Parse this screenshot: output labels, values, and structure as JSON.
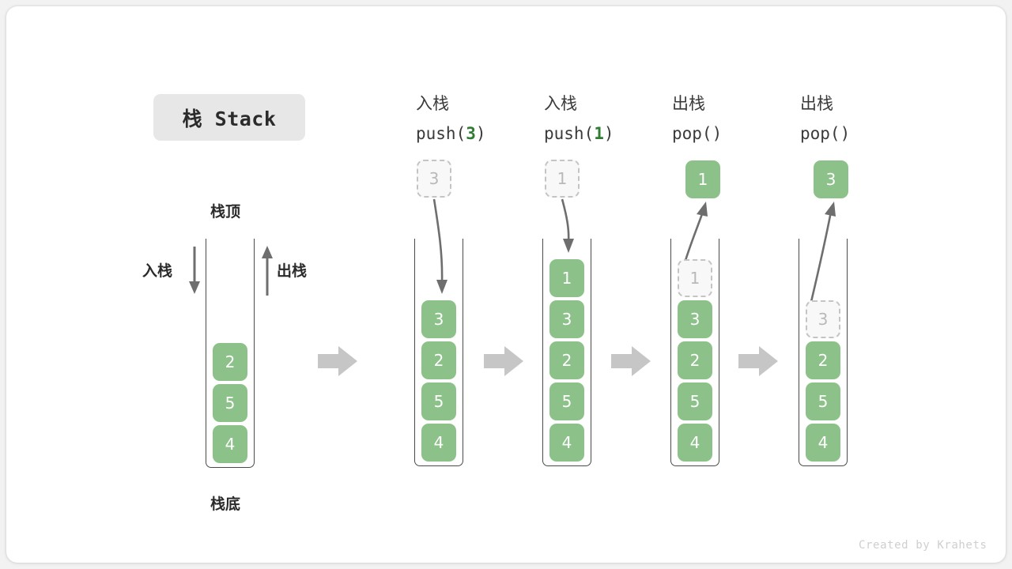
{
  "title": {
    "badge_text": "栈 Stack"
  },
  "colors": {
    "cell_green": "#8cc289",
    "accent_green": "#2e7d32",
    "badge_bg": "#e7e7e7",
    "ghost_border": "#c4c4c4",
    "ghost_fill": "#f8f8f8",
    "arrow_gray": "#6e6e6e",
    "step_arrow_gray": "#c4c4c4",
    "container_line": "#4a4a4a",
    "card_bg": "#ffffff",
    "page_bg": "#f2f2f2"
  },
  "left_diagram": {
    "top_label": "栈顶",
    "bottom_label": "栈底",
    "push_label": "入栈",
    "pop_label": "出栈",
    "cells": [
      "2",
      "5",
      "4"
    ]
  },
  "steps": [
    {
      "id": "push-3",
      "head_cn": "入栈",
      "head_fn_pre": "push(",
      "head_fn_arg": "3",
      "head_fn_post": ")",
      "floating_cell": {
        "value": "3",
        "style": "ghost",
        "position": "above"
      },
      "arrow_direction": "down",
      "cells": [
        {
          "value": "3",
          "style": "solid"
        },
        {
          "value": "2",
          "style": "solid"
        },
        {
          "value": "5",
          "style": "solid"
        },
        {
          "value": "4",
          "style": "solid"
        }
      ]
    },
    {
      "id": "push-1",
      "head_cn": "入栈",
      "head_fn_pre": "push(",
      "head_fn_arg": "1",
      "head_fn_post": ")",
      "floating_cell": {
        "value": "1",
        "style": "ghost",
        "position": "above"
      },
      "arrow_direction": "down",
      "cells": [
        {
          "value": "1",
          "style": "solid"
        },
        {
          "value": "3",
          "style": "solid"
        },
        {
          "value": "2",
          "style": "solid"
        },
        {
          "value": "5",
          "style": "solid"
        },
        {
          "value": "4",
          "style": "solid"
        }
      ]
    },
    {
      "id": "pop-1",
      "head_cn": "出栈",
      "head_fn_pre": "pop(",
      "head_fn_arg": "",
      "head_fn_post": ")",
      "floating_cell": {
        "value": "1",
        "style": "solid",
        "position": "above"
      },
      "arrow_direction": "up",
      "cells": [
        {
          "value": "1",
          "style": "ghost"
        },
        {
          "value": "3",
          "style": "solid"
        },
        {
          "value": "2",
          "style": "solid"
        },
        {
          "value": "5",
          "style": "solid"
        },
        {
          "value": "4",
          "style": "solid"
        }
      ]
    },
    {
      "id": "pop-3",
      "head_cn": "出栈",
      "head_fn_pre": "pop(",
      "head_fn_arg": "",
      "head_fn_post": ")",
      "floating_cell": {
        "value": "3",
        "style": "solid",
        "position": "above"
      },
      "arrow_direction": "up",
      "cells": [
        {
          "value": "3",
          "style": "ghost"
        },
        {
          "value": "2",
          "style": "solid"
        },
        {
          "value": "5",
          "style": "solid"
        },
        {
          "value": "4",
          "style": "solid"
        }
      ]
    }
  ],
  "footer": {
    "credit": "Created by Krahets"
  }
}
